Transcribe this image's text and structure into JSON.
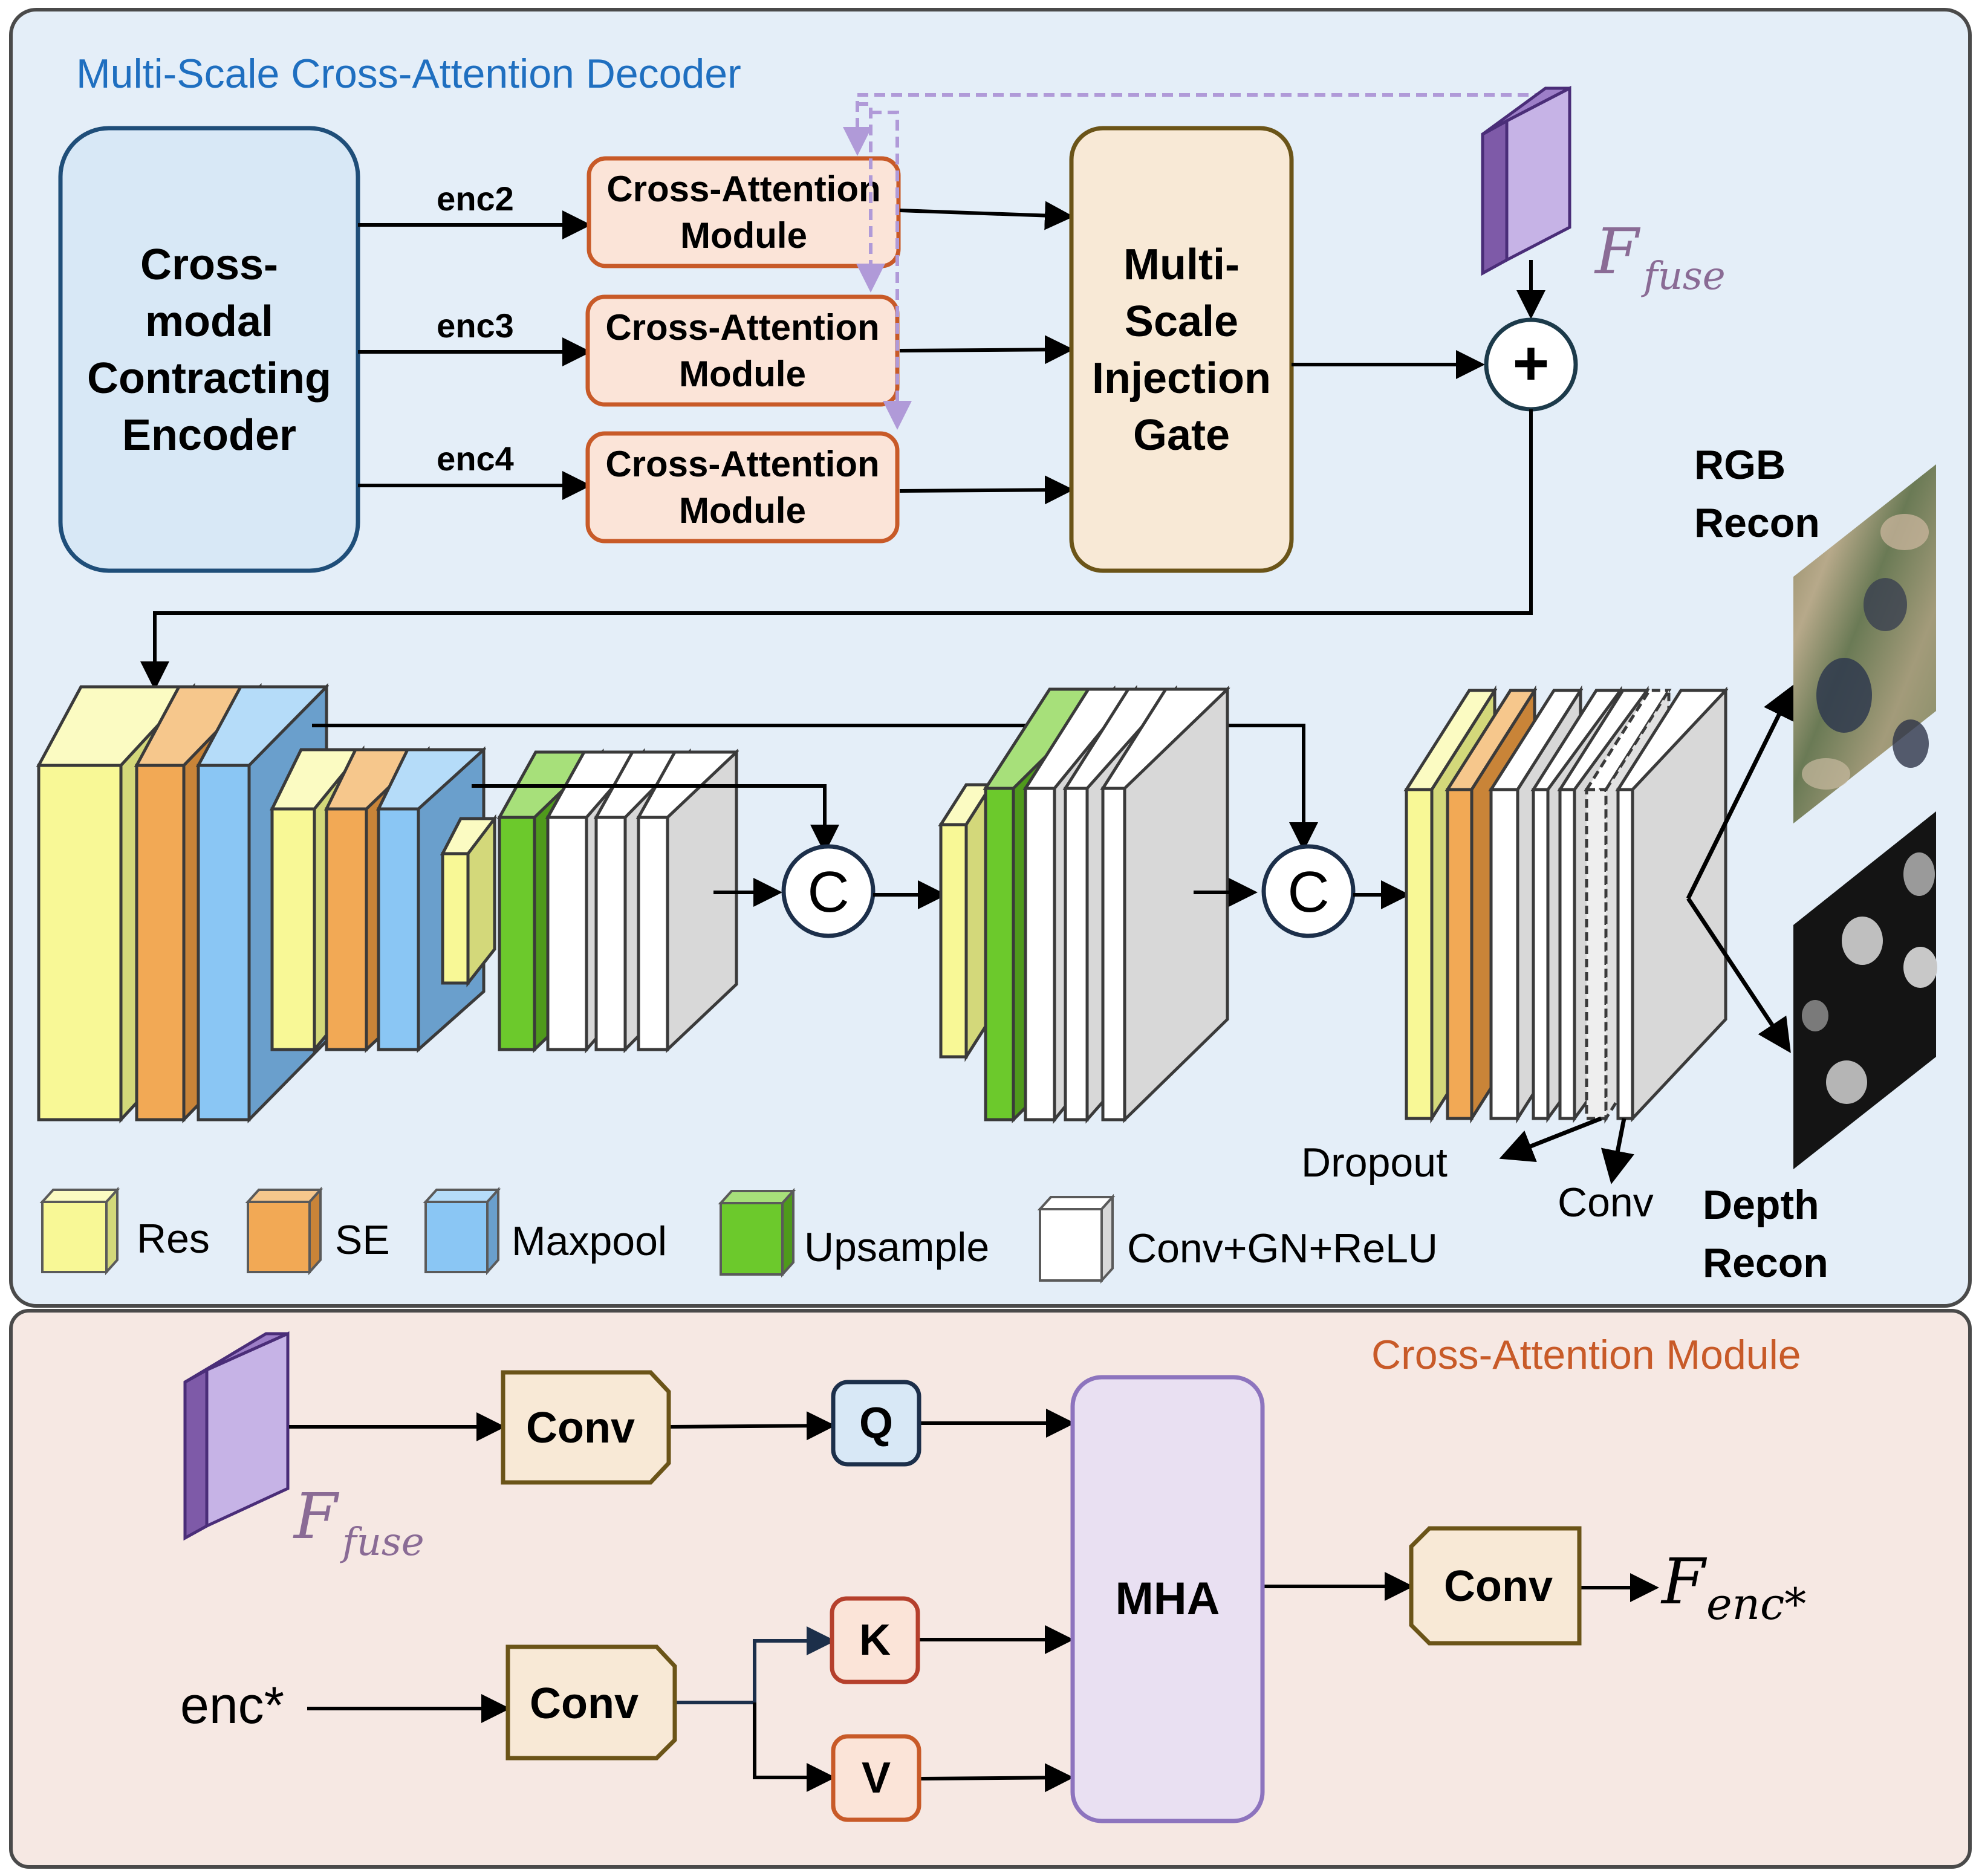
{
  "decoder": {
    "title": "Multi-Scale Cross-Attention Decoder",
    "encoder_lines": [
      "Cross-",
      "modal",
      "Contracting",
      "Encoder"
    ],
    "enc_labels": [
      "enc2",
      "enc3",
      "enc4"
    ],
    "cam_line1": "Cross-Attention",
    "cam_line2": "Module",
    "gate_lines": [
      "Multi-",
      "Scale",
      "Injection",
      "Gate"
    ],
    "ffuse_main": "F",
    "ffuse_sub": "fuse",
    "plus": "+",
    "concat": "C",
    "rgb_lines": [
      "RGB",
      "Recon"
    ],
    "depth_lines": [
      "Depth",
      "Recon"
    ],
    "dropout": "Dropout",
    "conv_small": "Conv",
    "legend": [
      "Res",
      "SE",
      "Maxpool",
      "Upsample",
      "Conv+GN+ReLU"
    ]
  },
  "module": {
    "title": "Cross-Attention Module",
    "ffuse_main": "F",
    "ffuse_sub": "fuse",
    "conv": "Conv",
    "q": "Q",
    "k": "K",
    "v": "V",
    "mha": "MHA",
    "enc_input": "enc*",
    "out_main": "F",
    "out_sub": "enc*"
  },
  "colors": {
    "decoder_bg": "#e4eef8",
    "module_bg": "#f6e8e3",
    "title_blue": "#1f6fc0",
    "title_orange": "#c85a28",
    "res": "#f8f896",
    "se": "#f2a955",
    "maxpool": "#8ac6f4",
    "upsample": "#6cc92c",
    "conv_gn_relu": "#ffffff",
    "purple": "#b9a3df",
    "ffuse_text": "#8a6b95"
  }
}
